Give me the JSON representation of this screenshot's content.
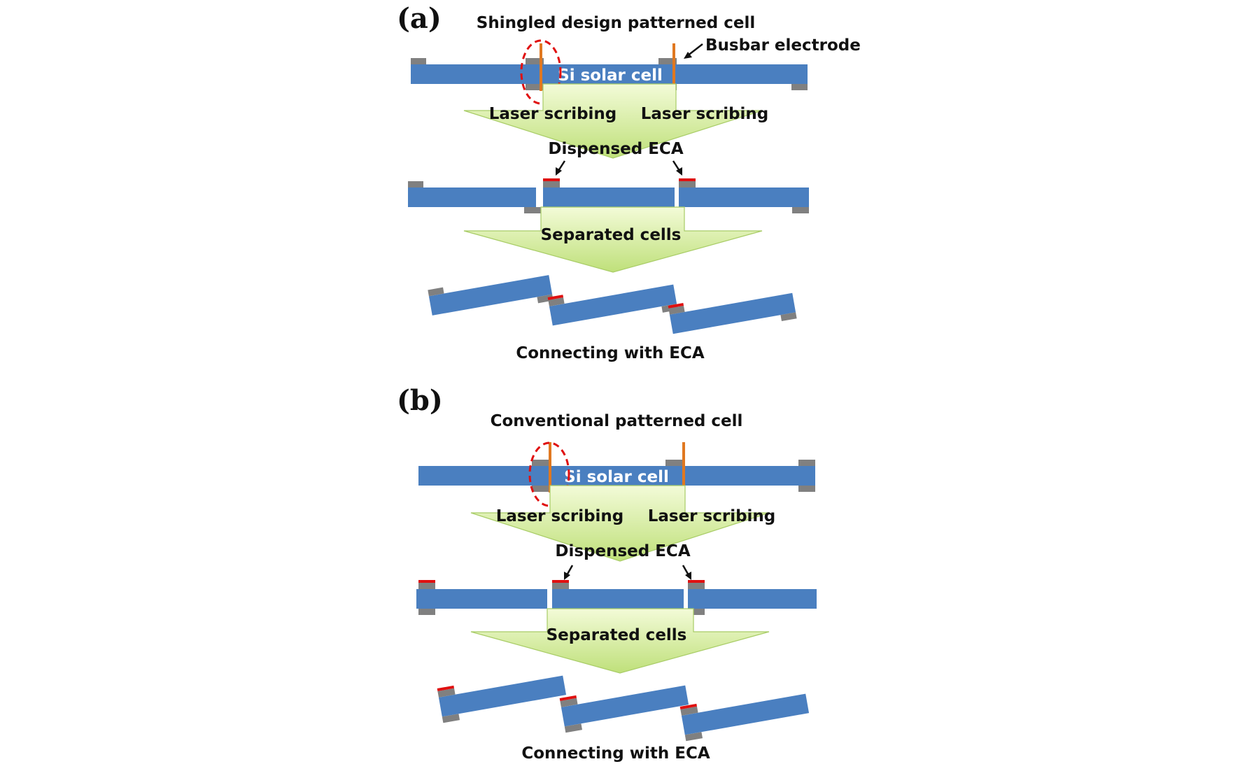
{
  "panels": [
    {
      "label": "(a)",
      "title": "Shingled design patterned cell",
      "busbar_label": "Busbar electrode",
      "cell_label": "Si solar cell",
      "scribe_labels": [
        "Laser scribing",
        "Laser scribing"
      ],
      "dispense_label": "Dispensed ECA",
      "separate_label": "Separated cells",
      "connect_label": "Connecting with ECA"
    },
    {
      "label": "(b)",
      "title": "Conventional patterned cell",
      "cell_label": "Si solar cell",
      "scribe_labels": [
        "Laser scribing",
        "Laser scribing"
      ],
      "dispense_label": "Dispensed ECA",
      "separate_label": "Separated cells",
      "connect_label": "Connecting with ECA"
    }
  ],
  "colors": {
    "cell": "#4a7fc0",
    "pad": "#808080",
    "eca": "#e01010",
    "busbar": "#e07820",
    "arrow_fill_light": "#f3fbd8",
    "arrow_fill_dark": "#bfe07a"
  }
}
